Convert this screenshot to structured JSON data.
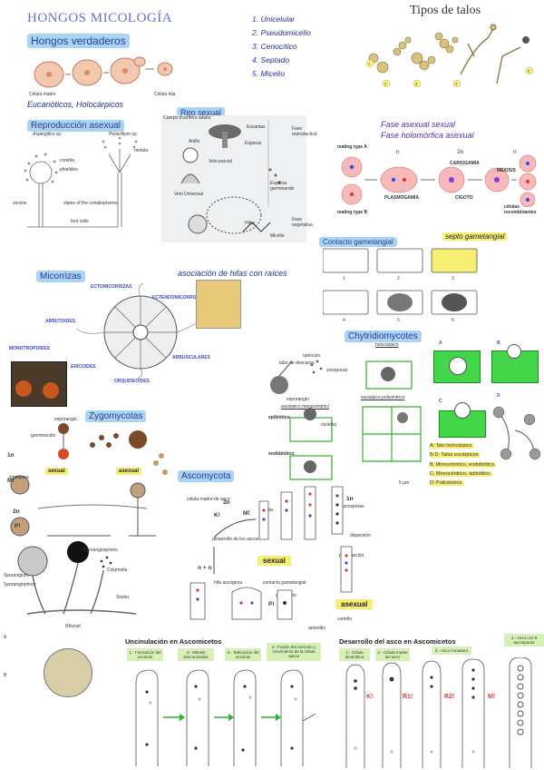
{
  "header": {
    "title": "HONGOS MICOLOGÍA",
    "subtitle": "Tipos de talos"
  },
  "talos_list": [
    "Unicelular",
    "Pseudomicelio",
    "Cenocítico",
    "Septado",
    "Micelio"
  ],
  "sections": {
    "verdaderos": "Hongos verdaderos",
    "verdaderos_sub": "Eucarióticos, Holocárpicos",
    "repro_asexual": "Reproducción asexual",
    "rep_sexual": "Rep sexual",
    "fase_sexual": "Fase asexual sexual",
    "fase_asexual": "Fase holomórfica asexual",
    "contacto": "Contacto gametangial",
    "septo": "septo gametangial",
    "micorrizas": "Micorrizas",
    "micorrizas_desc": "asociación de hifas con raíces",
    "chytridio": "Chytridiomycotes",
    "zygomycotas": "Zygomycotas",
    "ascomycota": "Ascomycota"
  },
  "figure_labels": {
    "celula_madre": "Célula madre",
    "celula_hija": "Célula hija",
    "aspergillus": "Aspergillus sp.",
    "penicillium": "Penicillium sp.",
    "conidia": "conidia",
    "phialides": "phialides",
    "metula": "metula",
    "vesicle": "vesicle",
    "stipes": "stipes of the conidiophores",
    "foot_cells": "foot cells",
    "cuerpo": "Cuerpo fructífero adulto",
    "escamas": "Escamas",
    "anillo": "Anillo",
    "esporas": "Esporas",
    "hifas": "Hifas",
    "velo_parcial": "Velo parcial",
    "velo_universal": "Velo Universal",
    "micelio": "Micelio",
    "fase_rep": "Fase reproductiva",
    "fase_veg": "Fase vegetativa",
    "esporas_germinando": "Esporas germinando",
    "mating_a": "mating type A",
    "mating_b": "mating type B",
    "plasmogamia": "PLASMOGAMIA",
    "cariogamia": "CARIOGAMIA",
    "meiosis": "MEIOSIS",
    "cigoto": "CIGOTO",
    "celulas_recomb": "células recombinantes",
    "n1": "n",
    "n2": "2n",
    "n3": "n",
    "ectomicorrizas": "ECTOMICORRIZAS",
    "ectendomicorrizas": "ECTENDOMICORRIZAS",
    "arbutoides": "ARBUTOIDES",
    "monotropoides": "MONOTROPOIDES",
    "ericoides": "ERICOIDES",
    "arbusculares": "ARBUSCULARES",
    "orquideoides": "ORQUIDEOIDES",
    "holocarpico": "holocárpico",
    "eucarpico_mono": "eucárpico monocéntrico",
    "eucarpico_poli": "eucárpico policéntrico",
    "epibiotico": "epibiótico",
    "endobiotico": "endobiótico",
    "tubo_descarga": "tubo de descarga",
    "operculo": "opérculo",
    "zoosporas": "zoosporas",
    "esporangio": "esporangio",
    "rizoides": "rizoides",
    "ctrl_legend": [
      "A: Talo holocárpico.",
      "B-D: Talos eucárpicos:",
      "B: Monocéntrico, endobiótico.",
      "C: Monocéntrico, epibiótico.",
      "D: Policéntrico."
    ],
    "sexual": "sexual",
    "asexual": "asexual",
    "germinacion": "germinación",
    "zigospora": "zigospora",
    "esporangio2": "esporangio",
    "desarrollo_ascos": "desarrollo de los ascos",
    "celula_madre_asco": "célula madre de asco",
    "n_plus_n": "n + n",
    "hifa_ascogena": "hifa ascógena",
    "contacto_gametangial": "contacto gametangial",
    "ascogonio": "ascogonio",
    "anteridio": "anteridio",
    "conidio": "conidio",
    "ascosporas": "ascosporas",
    "dispersion": "dispersión",
    "mitosis": "mitosis",
    "one_n": "1n",
    "two_n": "2n",
    "K": "K!",
    "M": "M!",
    "P": "P!",
    "sporangium": "Sporangium",
    "sporangiophore": "Sporangiophore",
    "columella": "Columella",
    "stolon": "Stolon",
    "rhizoid": "Rhizoid",
    "sporangiospores": "Sporangiospores"
  },
  "uncinulacion": {
    "title": "Uncinulación en Ascomicetos",
    "steps": [
      "1.- Formación del uncinulo",
      "2.- Mitosis sincronizadas",
      "3.- Tabicación del uncinulo",
      "4.- Fusión del uncinulo y crecimiento de la célula apical"
    ]
  },
  "desarrollo": {
    "title": "Desarrollo del asco en Ascomicetos",
    "steps": [
      "1.- Célula dicariótica",
      "2.- Célula madre del asco",
      "3.- Asco inmaduro",
      "4.- Asco con 8 ascosporas"
    ],
    "marks": [
      "K!",
      "R1!",
      "R2!",
      "M!"
    ]
  },
  "corner_marks": [
    "A",
    "B"
  ],
  "colors": {
    "title": "#6a6fd6",
    "highlight_blue": "#a9d4f2",
    "highlight_yellow": "#f6ef74",
    "green": "#44d64a",
    "arrow_green": "#2bb32b",
    "red": "#d83b3b"
  }
}
